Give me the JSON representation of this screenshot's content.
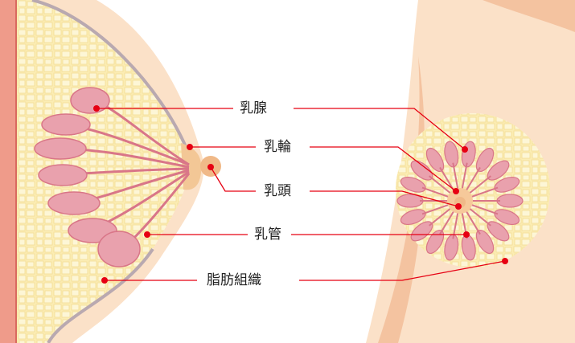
{
  "labels": {
    "mammary_gland": "乳腺",
    "areola": "乳輪",
    "nipple": "乳頭",
    "milk_duct": "乳管",
    "fat_tissue": "脂肪組織"
  },
  "colors": {
    "skin": "#fbe1c8",
    "fat": "#fbedb4",
    "gland": "#e9a1ad",
    "duct": "#d97688",
    "leader": "#e60012",
    "rib": "#ef9b8a"
  }
}
